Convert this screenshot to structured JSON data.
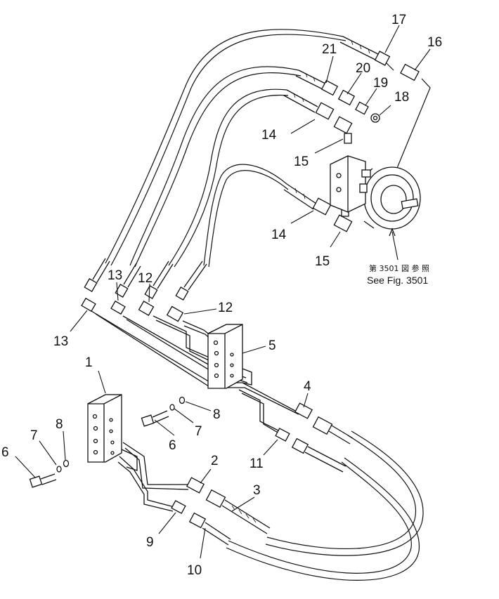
{
  "callouts": [
    "1",
    "2",
    "3",
    "4",
    "5",
    "6",
    "7",
    "8",
    "6",
    "7",
    "8",
    "9",
    "10",
    "11",
    "12",
    "12",
    "13",
    "13",
    "14",
    "14",
    "15",
    "15",
    "16",
    "17",
    "18",
    "19",
    "20",
    "21"
  ],
  "reference": {
    "jp": "第 3501 図 参 照",
    "en": "See Fig. 3501"
  }
}
